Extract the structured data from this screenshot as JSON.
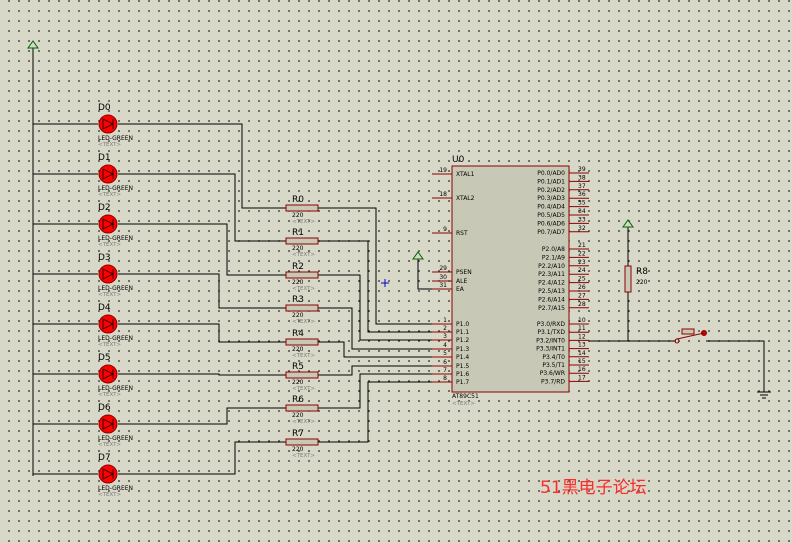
{
  "leds": {
    "refs": [
      "D0",
      "D1",
      "D2",
      "D3",
      "D4",
      "D5",
      "D6",
      "D7"
    ],
    "value": "LED-GREEN",
    "placeholder": "<TEXT>",
    "color": "#ff0000"
  },
  "resistors": {
    "refs": [
      "R0",
      "R1",
      "R2",
      "R3",
      "R4",
      "R5",
      "R6",
      "R7"
    ],
    "value": "220",
    "placeholder": "<TEXT>"
  },
  "mcu": {
    "ref": "U0",
    "part": "AT89C51",
    "placeholder": "<TEXT>",
    "left_pins": [
      {
        "num": "19",
        "name": "XTAL1"
      },
      {
        "num": "18",
        "name": "XTAL2"
      },
      {
        "num": "9",
        "name": "RST"
      },
      {
        "num": "29",
        "name": "PSEN"
      },
      {
        "num": "30",
        "name": "ALE"
      },
      {
        "num": "31",
        "name": "EA"
      },
      {
        "num": "1",
        "name": "P1.0"
      },
      {
        "num": "2",
        "name": "P1.1"
      },
      {
        "num": "3",
        "name": "P1.2"
      },
      {
        "num": "4",
        "name": "P1.3"
      },
      {
        "num": "5",
        "name": "P1.4"
      },
      {
        "num": "6",
        "name": "P1.5"
      },
      {
        "num": "7",
        "name": "P1.6"
      },
      {
        "num": "8",
        "name": "P1.7"
      }
    ],
    "right_pins": [
      {
        "num": "39",
        "name": "P0.0/AD0"
      },
      {
        "num": "38",
        "name": "P0.1/AD1"
      },
      {
        "num": "37",
        "name": "P0.2/AD2"
      },
      {
        "num": "36",
        "name": "P0.3/AD3"
      },
      {
        "num": "35",
        "name": "P0.4/AD4"
      },
      {
        "num": "34",
        "name": "P0.5/AD5"
      },
      {
        "num": "33",
        "name": "P0.6/AD6"
      },
      {
        "num": "32",
        "name": "P0.7/AD7"
      },
      {
        "num": "21",
        "name": "P2.0/A8"
      },
      {
        "num": "22",
        "name": "P2.1/A9"
      },
      {
        "num": "23",
        "name": "P2.2/A10"
      },
      {
        "num": "24",
        "name": "P2.3/A11"
      },
      {
        "num": "25",
        "name": "P2.4/A12"
      },
      {
        "num": "26",
        "name": "P2.5/A13"
      },
      {
        "num": "27",
        "name": "P2.6/A14"
      },
      {
        "num": "28",
        "name": "P2.7/A15"
      },
      {
        "num": "10",
        "name": "P3.0/RXD"
      },
      {
        "num": "11",
        "name": "P3.1/TXD"
      },
      {
        "num": "12",
        "name": "P3.2/INT0"
      },
      {
        "num": "13",
        "name": "P3.3/INT1"
      },
      {
        "num": "14",
        "name": "P3.4/T0"
      },
      {
        "num": "15",
        "name": "P3.5/T1"
      },
      {
        "num": "16",
        "name": "P3.6/WR"
      },
      {
        "num": "17",
        "name": "P3.7/RD"
      }
    ]
  },
  "pullup": {
    "ref": "R8",
    "value": "220"
  },
  "watermark": "51黑电子论坛"
}
